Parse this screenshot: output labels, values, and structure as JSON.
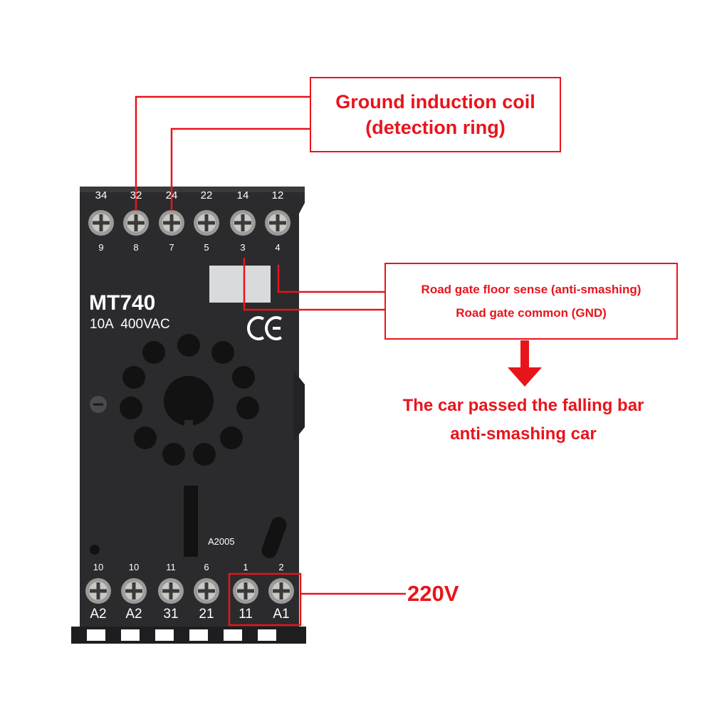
{
  "colors": {
    "accent": "#e8141c",
    "body": "#2b2b2d",
    "text_light": "#ffffff"
  },
  "relay": {
    "model": "MT740",
    "rating": "10A  400VAC",
    "ce_mark": "CE",
    "code": "A2005",
    "top_terminals": [
      {
        "top": "34",
        "bottom": "9"
      },
      {
        "top": "32",
        "bottom": "8"
      },
      {
        "top": "24",
        "bottom": "7"
      },
      {
        "top": "22",
        "bottom": "5"
      },
      {
        "top": "14",
        "bottom": "3"
      },
      {
        "top": "12",
        "bottom": "4"
      }
    ],
    "bottom_terminals": [
      {
        "top": "10",
        "bottom": "A2"
      },
      {
        "top": "10",
        "bottom": "A2"
      },
      {
        "top": "11",
        "bottom": "31"
      },
      {
        "top": "6",
        "bottom": "21"
      },
      {
        "top": "1",
        "bottom": "11"
      },
      {
        "top": "2",
        "bottom": "A1"
      }
    ]
  },
  "callouts": {
    "coil": {
      "line1": "Ground induction coil",
      "line2": "(detection ring)"
    },
    "floor_sense": "Road gate floor sense (anti-smashing)",
    "common": "Road gate common (GND)",
    "result_line1": "The car passed the falling bar",
    "result_line2": "anti-smashing car",
    "power": "220V"
  }
}
